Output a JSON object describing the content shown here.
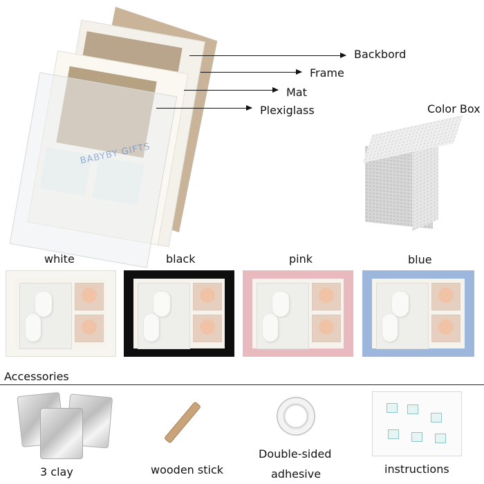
{
  "exploded_view": {
    "watermark": "BABYBY GIFTS",
    "labels": {
      "backboard": "Backbord",
      "frame": "Frame",
      "mat": "Mat",
      "plexiglass": "Plexiglass",
      "color_box": "Color Box"
    }
  },
  "variants": [
    {
      "label": "white",
      "color": "#f7f5ef"
    },
    {
      "label": "black",
      "color": "#0e0e0e"
    },
    {
      "label": "pink",
      "color": "#e8b9bf"
    },
    {
      "label": "blue",
      "color": "#9db6dc"
    }
  ],
  "accessories": {
    "heading": "Accessories",
    "items": [
      {
        "label": "3 clay",
        "icon": "clay-bag-icon"
      },
      {
        "label": "wooden stick",
        "icon": "wooden-stick-icon"
      },
      {
        "label": "Double-sided",
        "label_line2": "adhesive",
        "icon": "tape-roll-icon"
      },
      {
        "label": "instructions",
        "icon": "instruction-sheet-icon"
      }
    ]
  }
}
